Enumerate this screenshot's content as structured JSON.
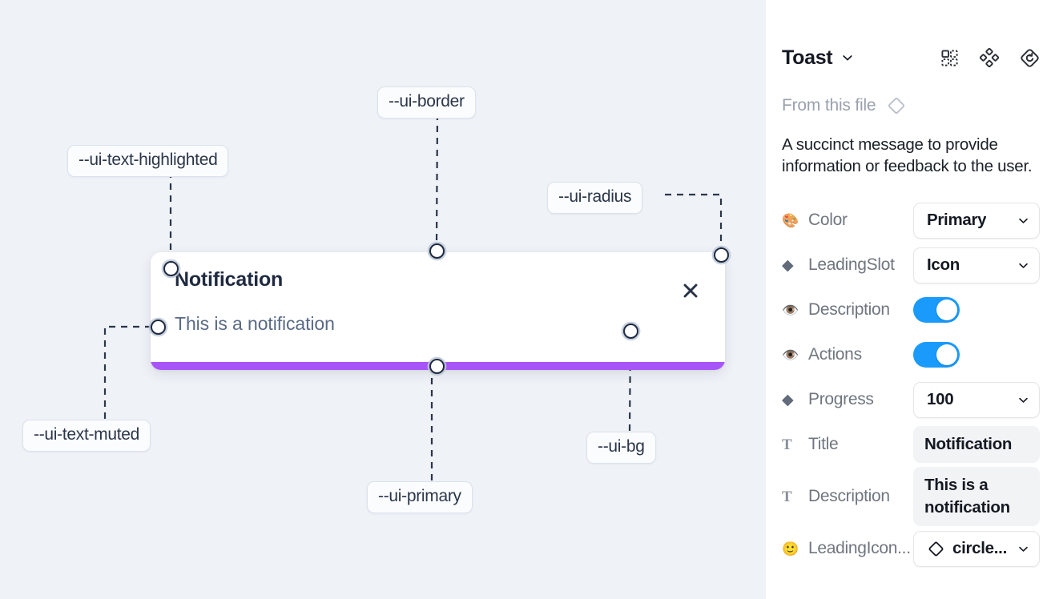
{
  "canvas": {
    "toast": {
      "title": "Notification",
      "description": "This is a notification",
      "close_icon": "close-icon",
      "progress_color": "#a855f7",
      "background": "#ffffff",
      "border_radius": "13px"
    },
    "annotations": [
      {
        "id": "ui-text-highlighted",
        "label": "--ui-text-highlighted"
      },
      {
        "id": "ui-border",
        "label": "--ui-border"
      },
      {
        "id": "ui-radius",
        "label": "--ui-radius"
      },
      {
        "id": "ui-text-muted",
        "label": "--ui-text-muted"
      },
      {
        "id": "ui-primary",
        "label": "--ui-primary"
      },
      {
        "id": "ui-bg",
        "label": "--ui-bg"
      }
    ],
    "background": "#eff2f7"
  },
  "panel": {
    "title": "Toast",
    "title_caret_icon": "chevron-down-icon",
    "head_icons": [
      {
        "name": "component-grid-icon"
      },
      {
        "name": "variants-cluster-icon"
      },
      {
        "name": "reset-diamond-icon"
      }
    ],
    "from_file_label": "From this file",
    "from_file_icon": "diamond-outline-icon",
    "description": "A succinct message to provide information or feedback to the user.",
    "properties": [
      {
        "key": "color",
        "icon": "palette-emoji-icon",
        "glyph": "🎨",
        "glyph_kind": "emoji",
        "label": "Color",
        "control": "select",
        "value": "Primary",
        "caret_icon": "chevron-down-icon"
      },
      {
        "key": "leading-slot",
        "icon": "diamond-filled-icon",
        "glyph": "◆",
        "glyph_kind": "diamond",
        "label": "LeadingSlot",
        "control": "select",
        "value": "Icon",
        "caret_icon": "chevron-down-icon"
      },
      {
        "key": "description-visible",
        "icon": "eye-emoji-icon",
        "glyph": "👁️",
        "glyph_kind": "emoji",
        "label": "Description",
        "control": "toggle",
        "value": "on",
        "accent": "#1a9bfc"
      },
      {
        "key": "actions-visible",
        "icon": "eye-emoji-icon",
        "glyph": "👁️",
        "glyph_kind": "emoji",
        "label": "Actions",
        "control": "toggle",
        "value": "on",
        "accent": "#1a9bfc"
      },
      {
        "key": "progress",
        "icon": "diamond-filled-icon",
        "glyph": "◆",
        "glyph_kind": "diamond",
        "label": "Progress",
        "control": "select",
        "value": "100",
        "caret_icon": "chevron-down-icon"
      },
      {
        "key": "title",
        "icon": "text-type-icon",
        "glyph": "T",
        "glyph_kind": "text",
        "label": "Title",
        "control": "textfield",
        "value": "Notification"
      },
      {
        "key": "description-text",
        "icon": "text-type-icon",
        "glyph": "T",
        "glyph_kind": "text",
        "label": "Description",
        "control": "textfield",
        "value": "This is a notification"
      },
      {
        "key": "leading-icon",
        "icon": "smiley-emoji-icon",
        "glyph": "🙂",
        "glyph_kind": "emoji",
        "label": "LeadingIcon...",
        "control": "select",
        "value": "circle...",
        "lead_icon": "diamond-outline-icon",
        "caret_icon": "chevron-down-icon"
      }
    ]
  }
}
